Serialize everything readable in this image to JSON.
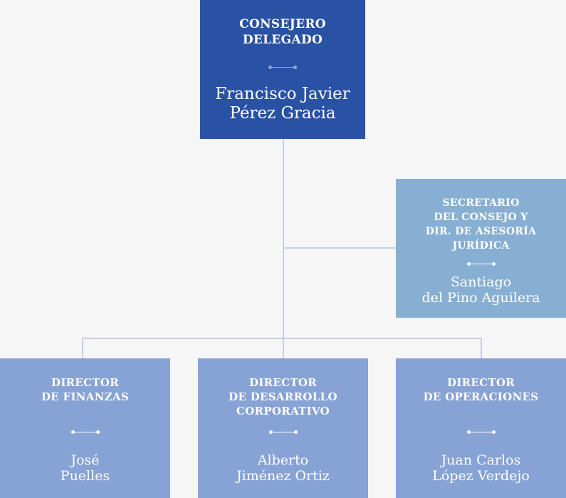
{
  "ceo": {
    "title": "CONSEJERO DELEGADO",
    "title_lines": [
      "CONSEJERO",
      "DELEGADO"
    ],
    "name_lines": [
      "Francisco Javier",
      "Pérez Gracia"
    ]
  },
  "secretary": {
    "title_lines": [
      "SECRETARIO",
      "DEL CONSEJO Y",
      "DIR. DE ASESORÍA",
      "JURÍDICA"
    ],
    "name_lines": [
      "Santiago",
      "del Pino Aguilera"
    ]
  },
  "directors": [
    {
      "title_lines": [
        "DIRECTOR",
        "DE FINANZAS"
      ],
      "name_lines": [
        "José",
        "Puelles"
      ]
    },
    {
      "title_lines": [
        "DIRECTOR",
        "DE DESARROLLO",
        "CORPORATIVO"
      ],
      "name_lines": [
        "Alberto",
        "Jiménez Ortiz"
      ]
    },
    {
      "title_lines": [
        "DIRECTOR",
        "DE OPERACIONES"
      ],
      "name_lines": [
        "Juan Carlos",
        "López Verdejo"
      ]
    }
  ],
  "colors": {
    "ceo": "#2a52a4",
    "secretary": "#87afd3",
    "director": "#87a2d4",
    "connector": "#c3d0e8",
    "background": "#f6f6f6"
  }
}
